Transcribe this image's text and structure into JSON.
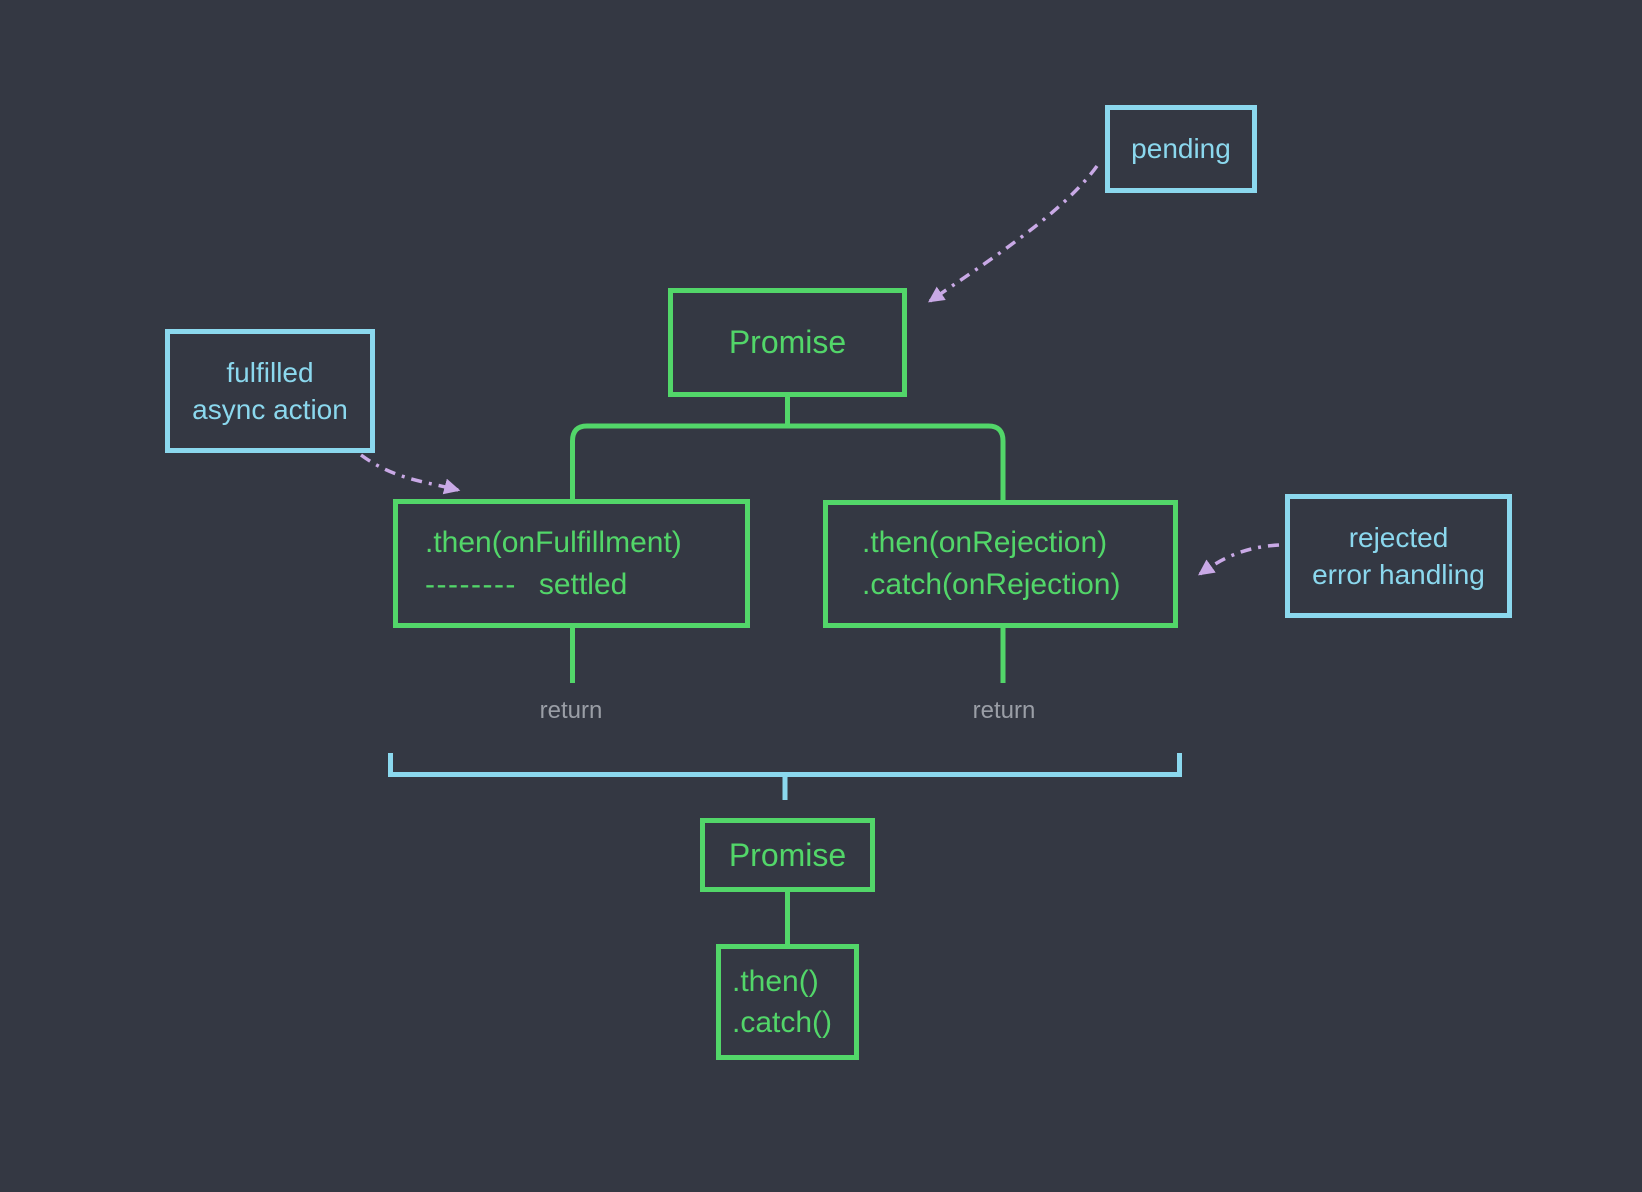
{
  "colors": {
    "bg": "#343843",
    "green": "#52d669",
    "blue": "#8bd8ee",
    "lavender": "#c9a9e6",
    "gray": "#9a9ea6"
  },
  "diagram": {
    "top_promise": {
      "label": "Promise"
    },
    "pending": {
      "label": "pending"
    },
    "fulfilled_note": {
      "line1": "fulfilled",
      "line2": "async action"
    },
    "on_fulfillment": {
      "line1": ".then(onFulfillment)",
      "dashes": "--------",
      "line2": "settled"
    },
    "on_rejection": {
      "line1": ".then(onRejection)",
      "line2": ".catch(onRejection)"
    },
    "rejected_note": {
      "line1": "rejected",
      "line2": "error handling"
    },
    "returns": {
      "left": "return",
      "right": "return"
    },
    "bottom_promise": {
      "label": "Promise"
    },
    "bottom_handlers": {
      "line1": ".then()",
      "line2": ".catch()"
    }
  }
}
